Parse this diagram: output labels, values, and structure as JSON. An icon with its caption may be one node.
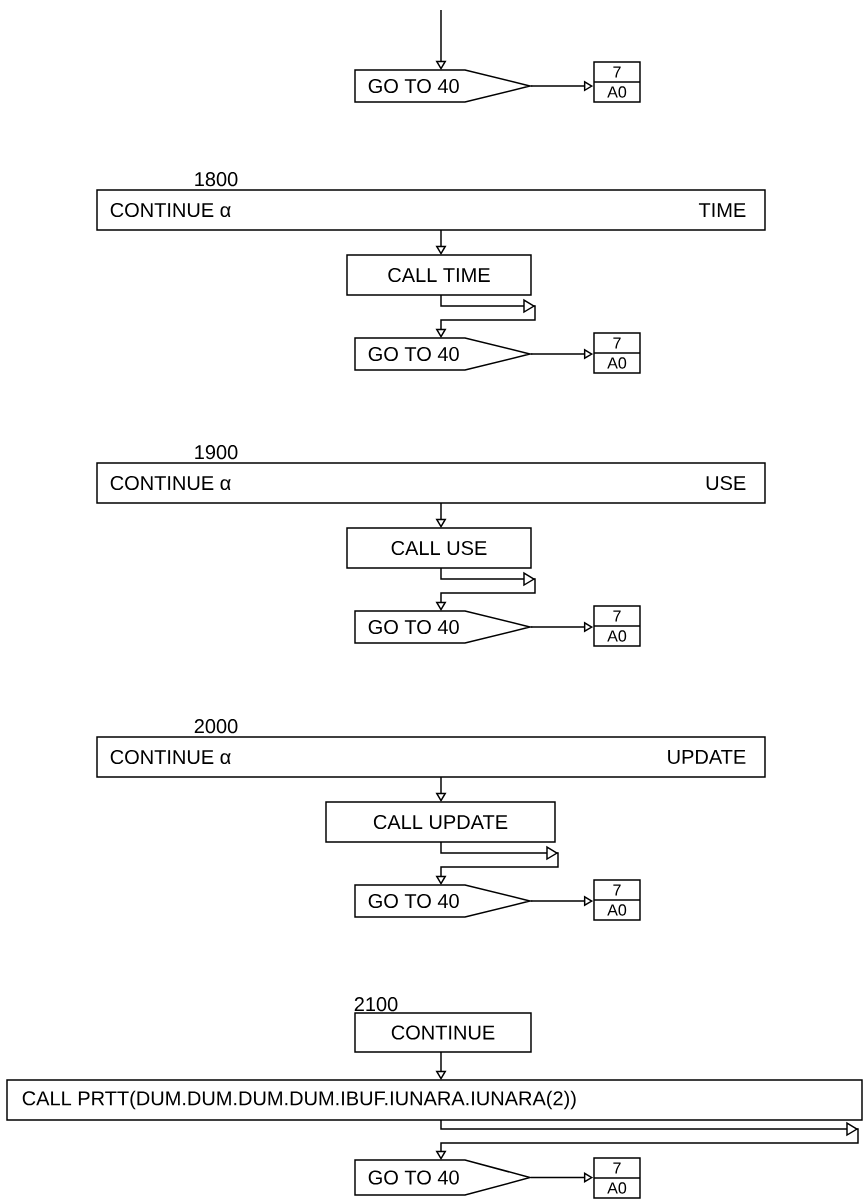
{
  "diagram": {
    "nodes": [
      {
        "text": [
          "GO TO 40"
        ]
      },
      {
        "text": [
          "7",
          "A0"
        ]
      },
      {
        "text": [
          "CONTINUE α",
          "TIME"
        ],
        "beside": [
          "1800"
        ]
      },
      {
        "text": [
          "CALL TIME"
        ]
      },
      {
        "text": [
          "GO TO 40"
        ]
      },
      {
        "text": [
          "7",
          "A0"
        ]
      },
      {
        "text": [
          "CONTINUE α",
          "USE"
        ],
        "beside": [
          "1900"
        ]
      },
      {
        "text": [
          "CALL USE"
        ]
      },
      {
        "text": [
          "GO TO 40"
        ]
      },
      {
        "text": [
          "7",
          "A0"
        ]
      },
      {
        "text": [
          "CONTINUE α",
          "UPDATE"
        ],
        "beside": [
          "2000"
        ]
      },
      {
        "text": [
          "CALL UPDATE"
        ]
      },
      {
        "text": [
          "GO TO 40"
        ]
      },
      {
        "text": [
          "7",
          "A0"
        ]
      },
      {
        "text": [
          "CONTINUE"
        ],
        "beside": [
          "2100"
        ]
      },
      {
        "text": [
          "CALL PRTT(DUM.DUM.DUM.DUM.IBUF.IUNARA.IUNARA(2))"
        ]
      },
      {
        "text": [
          "GO TO 40"
        ]
      },
      {
        "text": [
          "7",
          "A0"
        ]
      }
    ],
    "edges": [
      {
        "from": null,
        "to": 0,
        "arrow": "to"
      },
      {
        "from": 0,
        "to": 1,
        "arrow": "to"
      },
      {
        "from": 2,
        "to": 3,
        "arrow": "to"
      },
      {
        "from": 3,
        "to": 4,
        "arrow": "to"
      },
      {
        "from": 4,
        "to": 5,
        "arrow": "to"
      },
      {
        "from": 6,
        "to": 7,
        "arrow": "to"
      },
      {
        "from": 7,
        "to": 8,
        "arrow": "to"
      },
      {
        "from": 8,
        "to": 9,
        "arrow": "to"
      },
      {
        "from": 10,
        "to": 11,
        "arrow": "to"
      },
      {
        "from": 11,
        "to": 12,
        "arrow": "to"
      },
      {
        "from": 12,
        "to": 13,
        "arrow": "to"
      },
      {
        "from": 14,
        "to": 15,
        "arrow": "to"
      },
      {
        "from": 15,
        "to": 16,
        "arrow": "to"
      },
      {
        "from": 16,
        "to": 17,
        "arrow": "to"
      }
    ]
  }
}
